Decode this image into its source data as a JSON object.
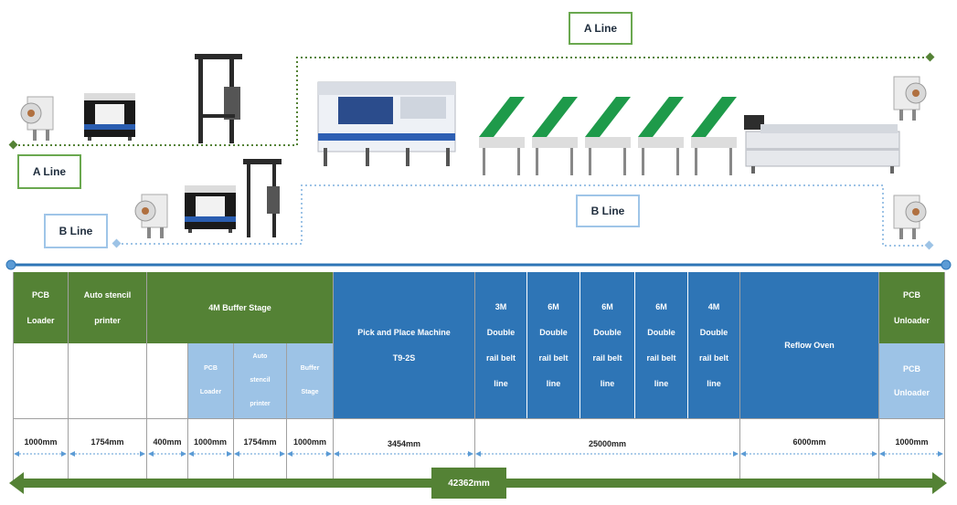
{
  "labels": {
    "a_line_top": "A Line",
    "a_line_left": "A Line",
    "b_line_left": "B Line",
    "b_line_mid": "B Line"
  },
  "colors": {
    "a_line": "#548235",
    "b_line": "#9dc3e6",
    "pnp": "#2e75b6",
    "total_arrow": "#548235",
    "scale_line": "#2e75b6"
  },
  "stations": {
    "pcb_loader": "PCB\nLoader",
    "stencil_printer": "Auto stencil\nprinter",
    "buffer_stage": "4M Buffer Stage",
    "b_pcb_loader": "PCB\nLoader",
    "b_stencil_printer": "Auto\nstencil\nprinter",
    "b_buffer_stage": "Buffer\nStage",
    "pnp": "Pick and Place Machine\nT9-2S",
    "conv1": "3M\nDouble\nrail belt\nline",
    "conv2": "6M\nDouble\nrail belt\nline",
    "conv3": "6M\nDouble\nrail belt\nline",
    "conv4": "6M\nDouble\nrail belt\nline",
    "conv5": "4M\nDouble\nrail belt\nline",
    "reflow": "Reflow Oven",
    "pcb_unloader": "PCB\nUnloader",
    "b_pcb_unloader": "PCB\nUnloader"
  },
  "dimensions": {
    "d1": "1000mm",
    "d2": "1754mm",
    "d3": "400mm",
    "d4": "1000mm",
    "d5": "1754mm",
    "d6": "1000mm",
    "d7": "3454mm",
    "d8": "25000mm",
    "d9": "6000mm",
    "d10": "1000mm",
    "total": "42362mm"
  }
}
